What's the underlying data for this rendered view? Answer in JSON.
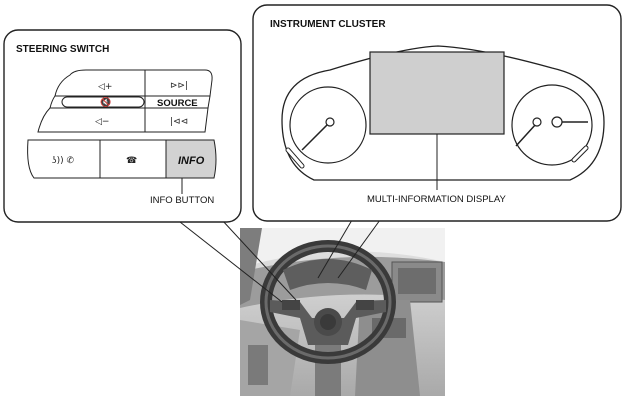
{
  "steering_panel": {
    "title": "STEERING SWITCH",
    "callout": "INFO BUTTON",
    "buttons": {
      "volume_up": {
        "icon": "volume-up-icon",
        "glyph": "◁+"
      },
      "mute": {
        "icon": "mute-icon",
        "glyph": "🔇"
      },
      "volume_down": {
        "icon": "volume-down-icon",
        "glyph": "◁−"
      },
      "seek_up": {
        "icon": "seek-forward-icon",
        "glyph": "⊳⊳|"
      },
      "source": {
        "label": "SOURCE"
      },
      "seek_down": {
        "icon": "seek-back-icon",
        "glyph": "|⊲⊲"
      },
      "talk_pickup": {
        "icon": "voice-phone-icon",
        "glyph": "ʖ)) ✆"
      },
      "hang_up": {
        "icon": "hang-up-icon",
        "glyph": "☎"
      },
      "info": {
        "label": "INFO"
      }
    }
  },
  "cluster_panel": {
    "title": "INSTRUMENT CLUSTER",
    "callout": "MULTI-INFORMATION DISPLAY"
  },
  "colors": {
    "outline": "#222222",
    "highlight_fill": "#d2d2d2",
    "display_fill": "#cfcfcf",
    "photo_fill": "#bfbfbf"
  }
}
